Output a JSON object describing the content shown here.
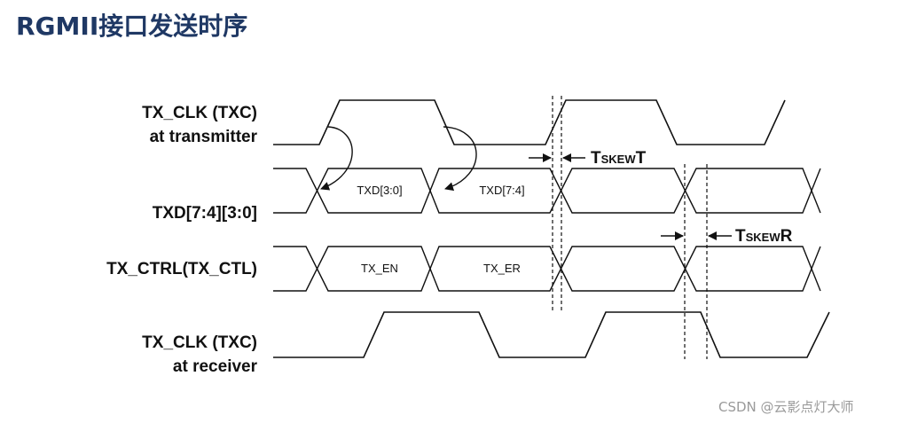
{
  "title": "RGMII接口发送时序",
  "watermark": "CSDN @云影点灯大师",
  "signals": {
    "txclk_tx": {
      "line1": "TX_CLK (TXC)",
      "line2": "at transmitter"
    },
    "txd": {
      "label": "TXD[7:4][3:0]",
      "data1": "TXD[3:0]",
      "data2": "TXD[7:4]"
    },
    "txctrl": {
      "label": "TX_CTRL(TX_CTL)",
      "data1": "TX_EN",
      "data2": "TX_ER"
    },
    "txclk_rx": {
      "line1": "TX_CLK (TXC)",
      "line2": "at receiver"
    }
  },
  "skew": {
    "t": {
      "main": "T",
      "sub": "SKEW",
      "suffix": "T"
    },
    "r": {
      "main": "T",
      "sub": "SKEW",
      "suffix": "R"
    }
  },
  "colors": {
    "title": "#1f3864",
    "line": "#111111",
    "watermark": "#9a9a9a"
  }
}
